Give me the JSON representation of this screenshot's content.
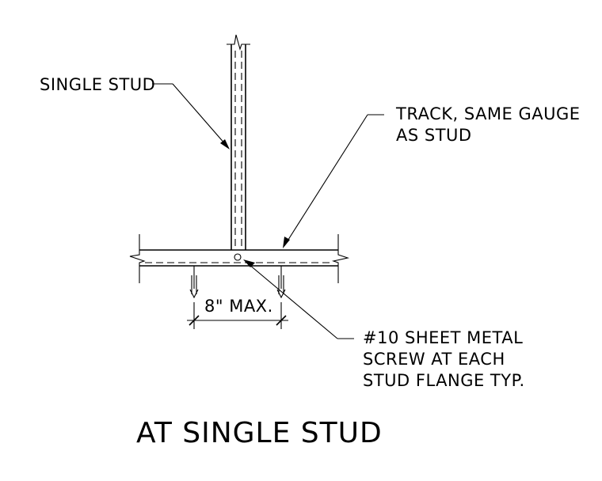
{
  "labels": {
    "single_stud": "SINGLE STUD",
    "track_line1": "TRACK, SAME GAUGE",
    "track_line2": "AS STUD",
    "dimension": "8\" MAX.",
    "screw_line1": "#10 SHEET METAL",
    "screw_line2": "SCREW AT EACH",
    "screw_line3": "STUD FLANGE TYP."
  },
  "title": "AT SINGLE STUD"
}
